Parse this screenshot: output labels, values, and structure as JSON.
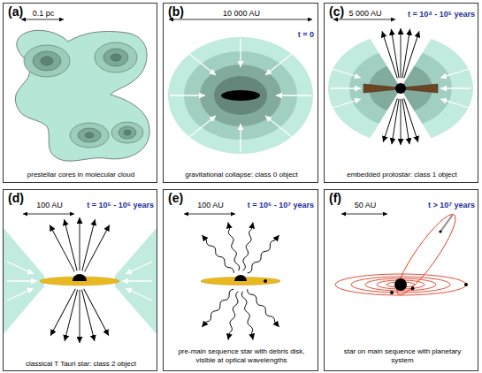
{
  "diagram": {
    "nodes": [
      {
        "text": [
          "(a)",
          "0.1 pc",
          "prestellar cores in molecular cloud"
        ]
      },
      {
        "text": [
          "(b)",
          "10 000 AU",
          "t = 0",
          "gravitational collapse: class 0 object"
        ]
      },
      {
        "text": [
          "(c)",
          "5 000 AU",
          "t = 10⁴ - 10⁵ years",
          "embedded protostar: class 1 object"
        ]
      },
      {
        "text": [
          "(d)",
          "100 AU",
          "t = 10⁵ - 10⁶ years",
          "classical T Tauri star: class 2 object"
        ]
      },
      {
        "text": [
          "(e)",
          "100 AU",
          "t = 10⁶ - 10⁷ years",
          "pre-main sequence star with debris disk, visible at optical wavelengths"
        ]
      },
      {
        "text": [
          "(f)",
          "50 AU",
          "t > 10⁷ years",
          "star on main sequence with planetary system"
        ]
      }
    ]
  }
}
